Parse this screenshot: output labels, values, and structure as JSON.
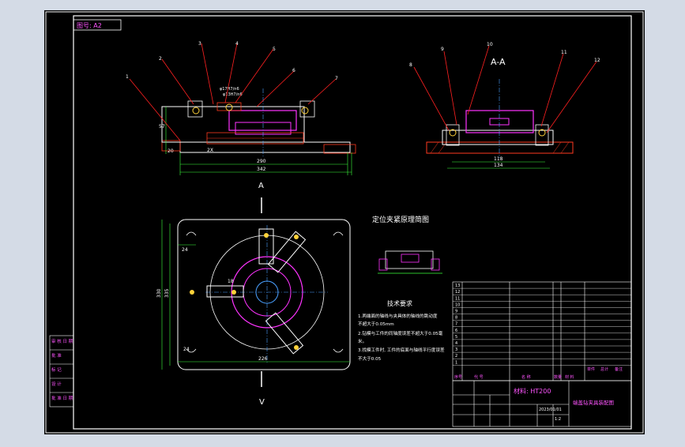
{
  "drawing": {
    "sheet_label": "图号: A2",
    "section_title": "A-A",
    "view_arrow_top": "A",
    "view_arrow_bottom": "V",
    "schematic_title": "定位夹紧原理简图",
    "tech_req_title": "技术要求",
    "tech_req_lines": [
      "1.两端面的轴线与夹具体的轴线的跳动度",
      "  不超大于0.05mm",
      "2.钻模与工件的同轴度误差不超大于0.05毫",
      "  米。",
      "3.找模工件时, 工件的底面与轴线平行度误差",
      "  不大于0.05"
    ],
    "material_label": "材料: HT200",
    "drawing_name": "端盖钻夹具装配图",
    "balloons_front": [
      "1",
      "2",
      "3",
      "4",
      "5",
      "6",
      "7"
    ],
    "balloons_section": [
      "8",
      "9",
      "10",
      "11",
      "12"
    ],
    "dims_front": [
      "57",
      "20",
      "2X",
      "290",
      "342"
    ],
    "dims_front_fits": [
      "φ17H7/n6",
      "φ13H7/n6"
    ],
    "dims_plan": [
      "330",
      "335",
      "24",
      "24",
      "18",
      "226"
    ],
    "dims_section": [
      "118",
      "134"
    ],
    "title_block_left": [
      "审 核 日 期",
      "批 准",
      "标 记",
      "设 计",
      "批 准 日 期"
    ],
    "bom_numbers": [
      "13",
      "12",
      "11",
      "10",
      "9",
      "8",
      "7",
      "6",
      "5",
      "4",
      "3",
      "2",
      "1"
    ],
    "bom_footer": [
      "序号",
      "代 号",
      "名 称",
      "数量",
      "材 料",
      "单件",
      "总计",
      "备注"
    ],
    "title_block_cells": [
      "2023/01/01",
      "1:2"
    ]
  },
  "colors": {
    "background": "#000000",
    "frame": "#ffffff",
    "part": "#ffffff",
    "dimension": "#3cff3c",
    "text_green": "#00ff00",
    "section": "#ff2020",
    "part_magenta": "#ff33ff",
    "label_magenta": "#ff55ff",
    "hatch": "#ff3a20"
  }
}
